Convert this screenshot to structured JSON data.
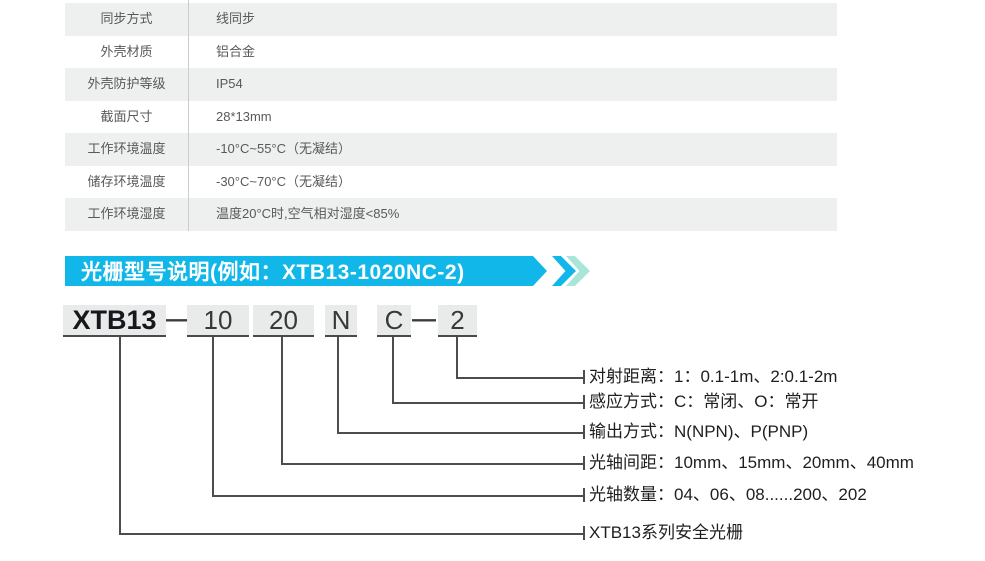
{
  "spec_table": {
    "rows": [
      {
        "label": "同步方式",
        "value": "线同步"
      },
      {
        "label": "外壳材质",
        "value": "铝合金"
      },
      {
        "label": "外壳防护等级",
        "value": "IP54"
      },
      {
        "label": "截面尺寸",
        "value": "28*13mm"
      },
      {
        "label": "工作环境温度",
        "value": "-10°C~55°C（无凝结）"
      },
      {
        "label": "储存环境温度",
        "value": "-30°C~70°C（无凝结）"
      },
      {
        "label": "工作环境湿度",
        "value": "温度20°C时,空气相对湿度<85%"
      }
    ]
  },
  "banner": {
    "title": "光栅型号说明(例如：XTB13-1020NC-2)"
  },
  "model_diagram": {
    "separator": "—",
    "segments": [
      {
        "code": "XTB13",
        "label": "XTB13系列安全光栅"
      },
      {
        "code": "10",
        "label": "光轴数量：04、06、08......200、202"
      },
      {
        "code": "20",
        "label": "光轴间距：10mm、15mm、20mm、40mm"
      },
      {
        "code": "N",
        "label": "输出方式：N(NPN)、P(PNP)"
      },
      {
        "code": "C",
        "label": "感应方式：C：常闭、O：常开"
      },
      {
        "code": "2",
        "label": "对射距离：1：0.1-1m、2:0.1-2m"
      }
    ]
  },
  "colors": {
    "banner_blue": "#12b7ea",
    "banner_mint": "#a9e6da",
    "table_alt_row": "#eeefef",
    "connector_line": "#4d4d4d"
  }
}
